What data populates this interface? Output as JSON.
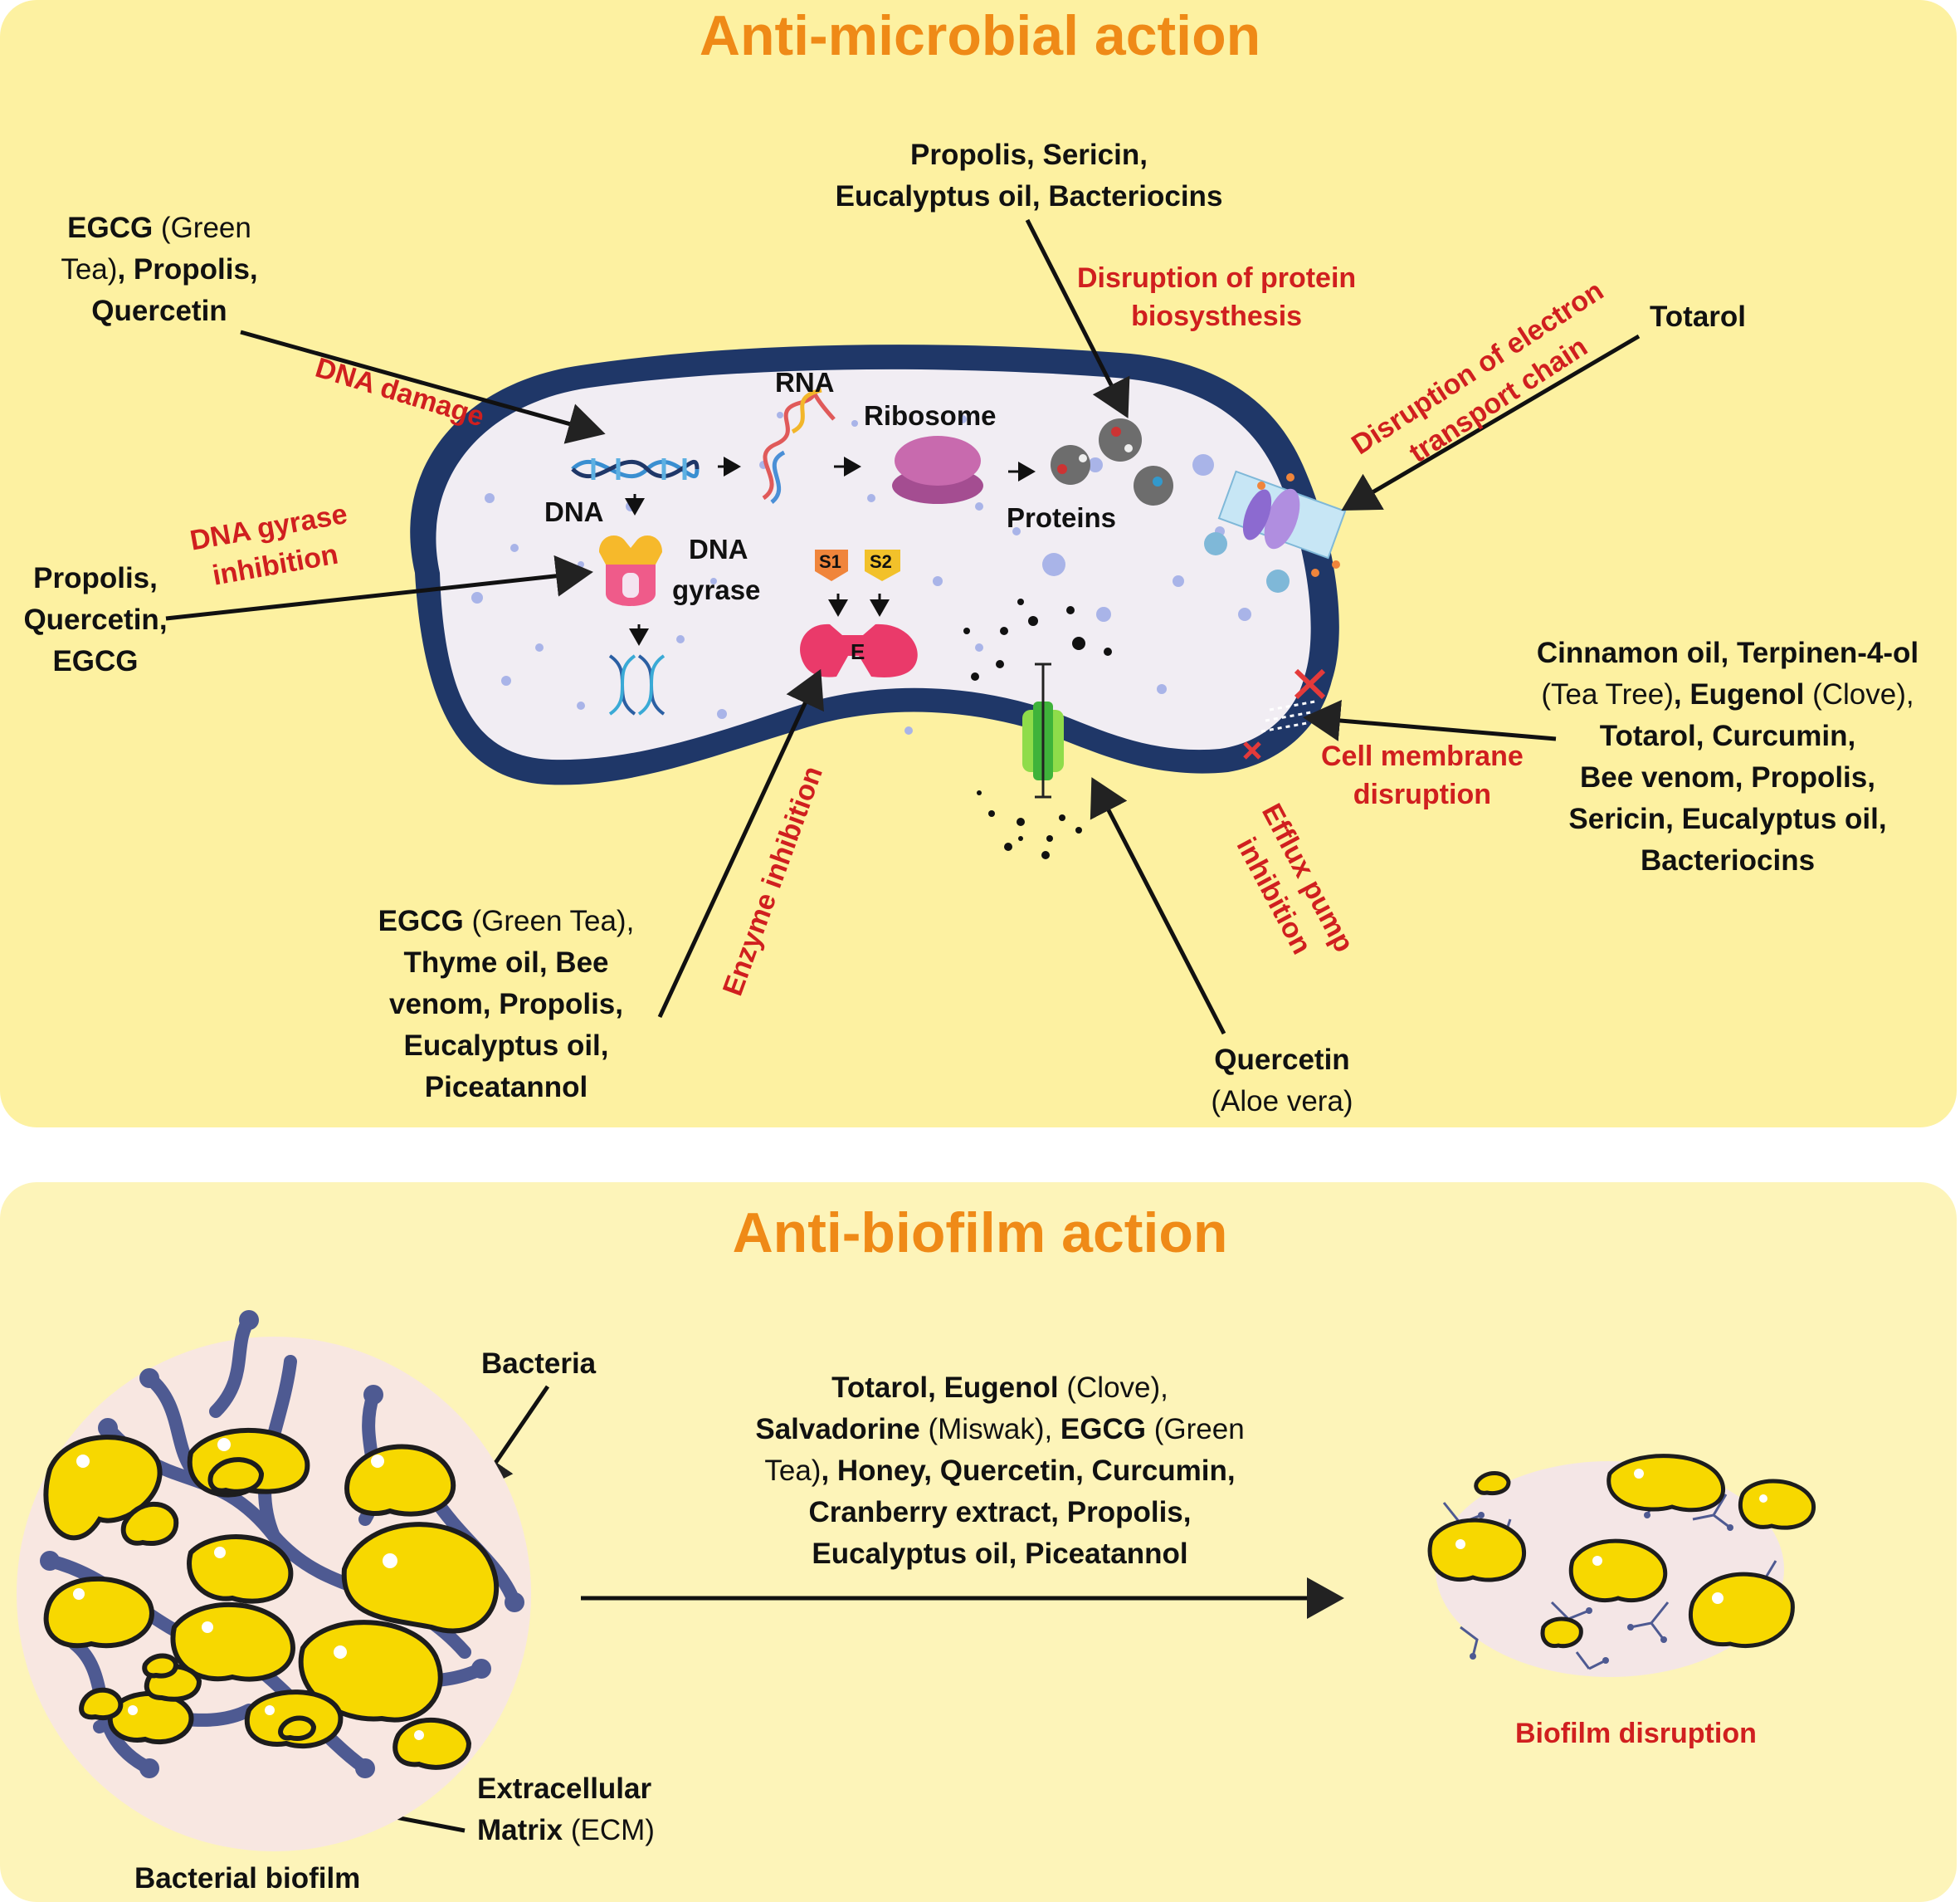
{
  "titles": {
    "antimicrobial": "Anti-microbial action",
    "antibiofilm": "Anti-biofilm action"
  },
  "cell_labels": {
    "rna": "RNA",
    "ribosome": "Ribosome",
    "dna": "DNA",
    "proteins": "Proteins",
    "dna_gyrase_line1": "DNA",
    "dna_gyrase_line2": "gyrase",
    "s1": "S1",
    "s2": "S2",
    "enzyme": "E"
  },
  "mechanisms": {
    "dna_damage": "DNA damage",
    "dna_gyrase_line1": "DNA gyrase",
    "dna_gyrase_line2": "inhibition",
    "protein_line1": "Disruption of protein",
    "protein_line2": "biosysthesis",
    "etc_line1": "Disruption of electron",
    "etc_line2": "transport chain",
    "membrane_line1": "Cell membrane",
    "membrane_line2": "disruption",
    "efflux_line1": "Efflux pump",
    "efflux_line2": "inhibition",
    "enzyme": "Enzyme inhibition",
    "biofilm": "Biofilm disruption"
  },
  "compounds": {
    "dna_damage": [
      "EGCG",
      " (Green",
      "Tea)",
      ", Propolis,",
      "Quercetin"
    ],
    "dna_gyrase": [
      "Propolis,",
      "Quercetin,",
      "EGCG"
    ],
    "protein": [
      "Propolis, Sericin,",
      "Eucalyptus oil, Bacteriocins"
    ],
    "etc": "Totarol",
    "membrane": [
      "Cinnamon oil, Terpinen-4-ol",
      "(Tea Tree)",
      ", ",
      "Eugenol",
      " (Clove),",
      "Totarol, Curcumin,",
      "Bee venom, Propolis,",
      "Sericin, Eucalyptus oil,",
      "Bacteriocins"
    ],
    "enzyme": [
      "EGCG",
      " (Green Tea),",
      "Thyme oil, Bee",
      "venom, Propolis,",
      "Eucalyptus oil,",
      "Piceatannol"
    ],
    "efflux": [
      "Quercetin",
      "(Aloe vera)"
    ],
    "biofilm": [
      "Totarol, ",
      "Eugenol",
      " (Clove),",
      "Salvadorine",
      " (Miswak), ",
      "EGCG",
      " (Green",
      "Tea)",
      ", Honey, Quercetin, Curcumin,",
      "Cranberry extract, Propolis,",
      "Eucalyptus oil, Piceatannol"
    ]
  },
  "biofilm_labels": {
    "bacteria": "Bacteria",
    "ecm_line1": "Extracellular",
    "ecm_bold": "Matrix",
    "ecm_normal": " (ECM)",
    "bacterial_biofilm": "Bacterial biofilm"
  },
  "colors": {
    "title": "#ef8a17",
    "mechanism_red": "#d01f1f",
    "cell_wall": "#1f3768",
    "bacteria_yellow": "#f7d800"
  }
}
